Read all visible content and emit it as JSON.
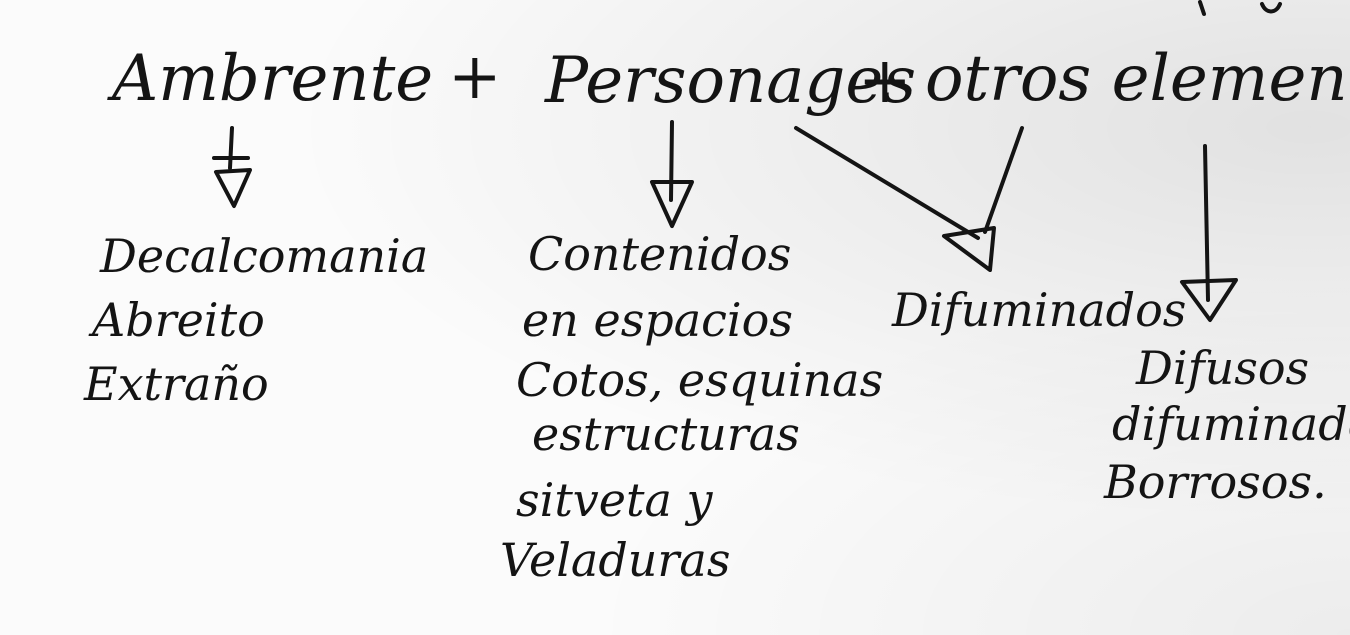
{
  "header": {
    "ambiente": "Ambrente",
    "plus_1": "+",
    "personajes": "Personages",
    "plus_2": "+",
    "otros": "otros elementos"
  },
  "columns": [
    {
      "lines": [
        "Decalcomania",
        "Abreito",
        "Extraño"
      ]
    },
    {
      "lines": [
        "Contenidos",
        "en espacios",
        "Cotos, esquinas",
        "estructuras",
        "sitveta y",
        "Veladuras"
      ]
    },
    {
      "lines": [
        "Difuminados"
      ]
    },
    {
      "lines": [
        "Difusos",
        "difuminados",
        "Borrosos."
      ]
    }
  ]
}
